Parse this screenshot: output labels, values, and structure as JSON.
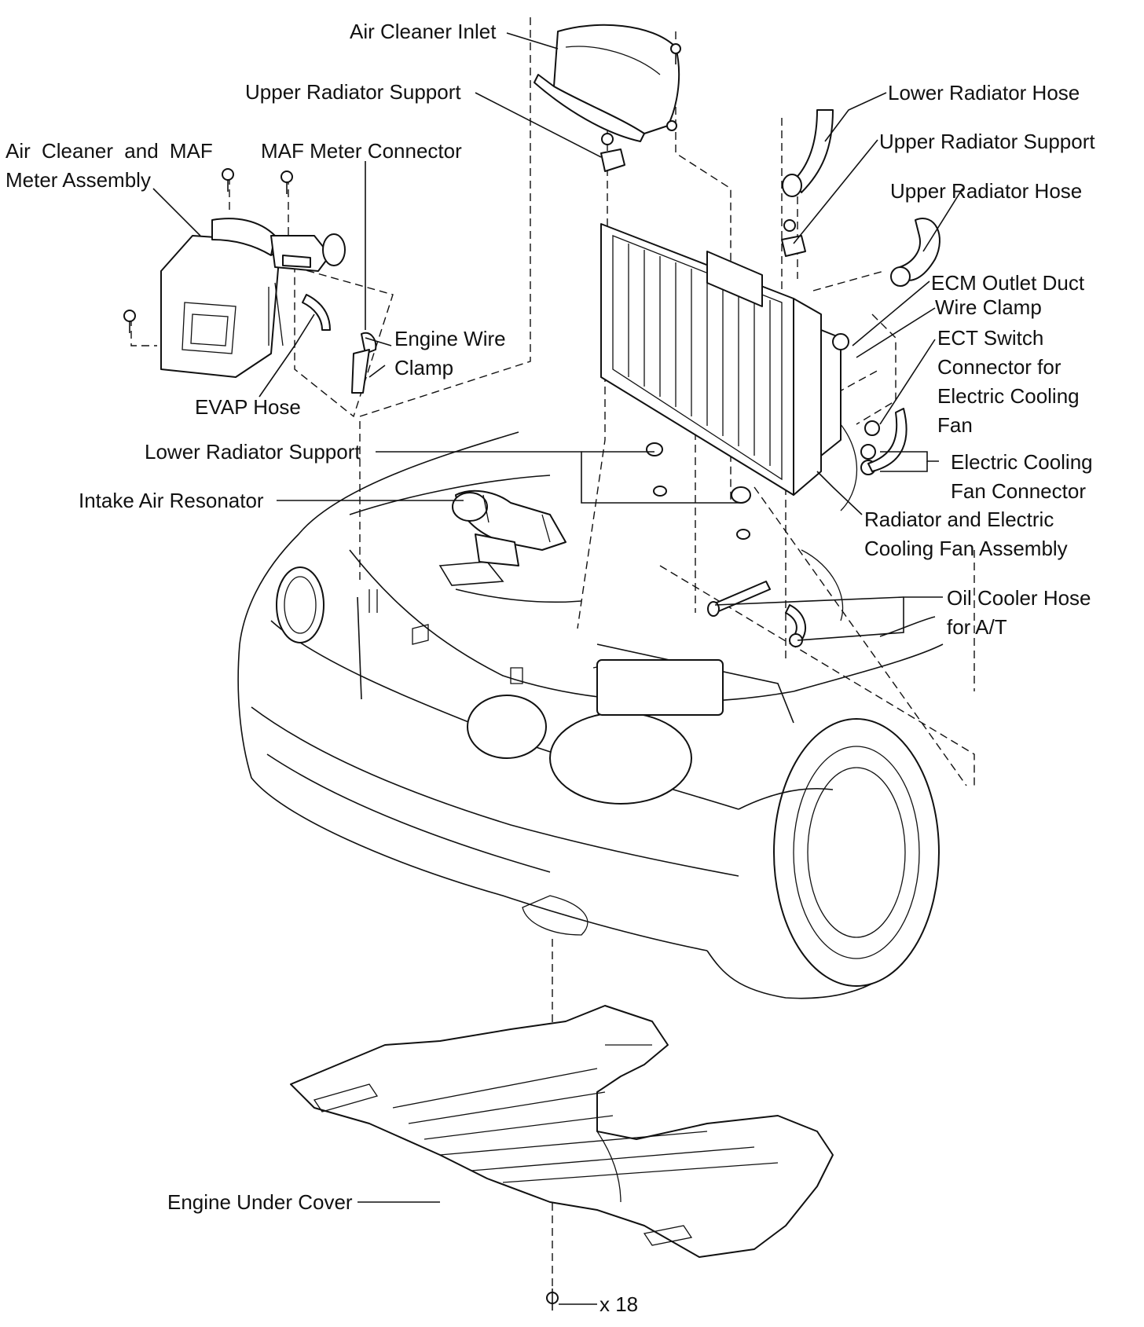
{
  "labels": {
    "air_cleaner_inlet": "Air Cleaner Inlet",
    "upper_radiator_support_left": "Upper Radiator Support",
    "air_cleaner_maf_line1": "Air Cleaner and MAF",
    "air_cleaner_maf_line2": "Meter Assembly",
    "maf_meter_connector": "MAF Meter Connector",
    "engine_wire_clamp_line1": "Engine Wire",
    "engine_wire_clamp_line2": "Clamp",
    "evap_hose": "EVAP Hose",
    "lower_radiator_hose": "Lower Radiator Hose",
    "upper_radiator_support_right": "Upper Radiator Support",
    "upper_radiator_hose": "Upper Radiator Hose",
    "ecm_outlet_duct": "ECM Outlet Duct",
    "wire_clamp": "Wire Clamp",
    "ect_switch_line1": "ECT Switch",
    "ect_switch_line2": "Connector for",
    "ect_switch_line3": "Electric Cooling",
    "ect_switch_line4": "Fan",
    "electric_cooling_fan_connector_line1": "Electric Cooling",
    "electric_cooling_fan_connector_line2": "Fan Connector",
    "radiator_assembly_line1": "Radiator and Electric",
    "radiator_assembly_line2": "Cooling Fan Assembly",
    "lower_radiator_support": "Lower Radiator Support",
    "intake_air_resonator": "Intake Air Resonator",
    "oil_cooler_hose_line1": "Oil Cooler Hose",
    "oil_cooler_hose_line2": "for A/T",
    "engine_under_cover": "Engine Under Cover",
    "bolt_count": "x 18"
  }
}
